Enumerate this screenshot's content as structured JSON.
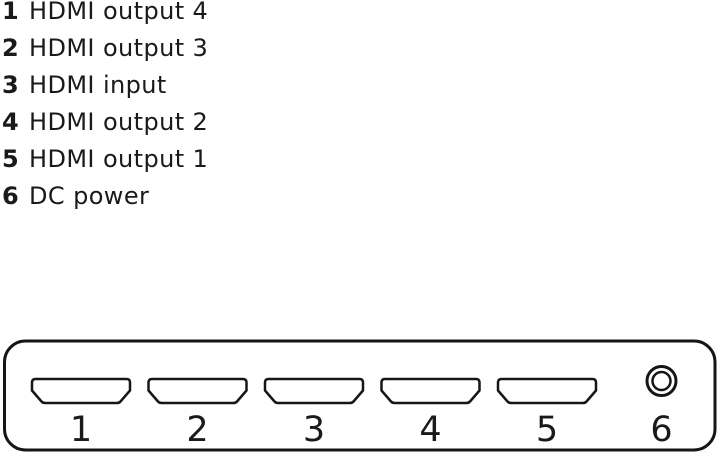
{
  "page": {
    "background_color": "#ffffff",
    "ink_color": "#1a1a1a",
    "description": "Rear panel port diagram of a 4-port HDMI splitter"
  },
  "legend": {
    "items": [
      {
        "number": "1",
        "label": "HDMI output 4"
      },
      {
        "number": "2",
        "label": "HDMI output 3"
      },
      {
        "number": "3",
        "label": "HDMI input"
      },
      {
        "number": "4",
        "label": "HDMI output 2"
      },
      {
        "number": "5",
        "label": "HDMI output 1"
      },
      {
        "number": "6",
        "label": "DC power"
      }
    ]
  },
  "panel": {
    "ports": [
      {
        "number": "1"
      },
      {
        "number": "2"
      },
      {
        "number": "3"
      },
      {
        "number": "4"
      },
      {
        "number": "5"
      }
    ],
    "dc": {
      "number": "6"
    }
  }
}
